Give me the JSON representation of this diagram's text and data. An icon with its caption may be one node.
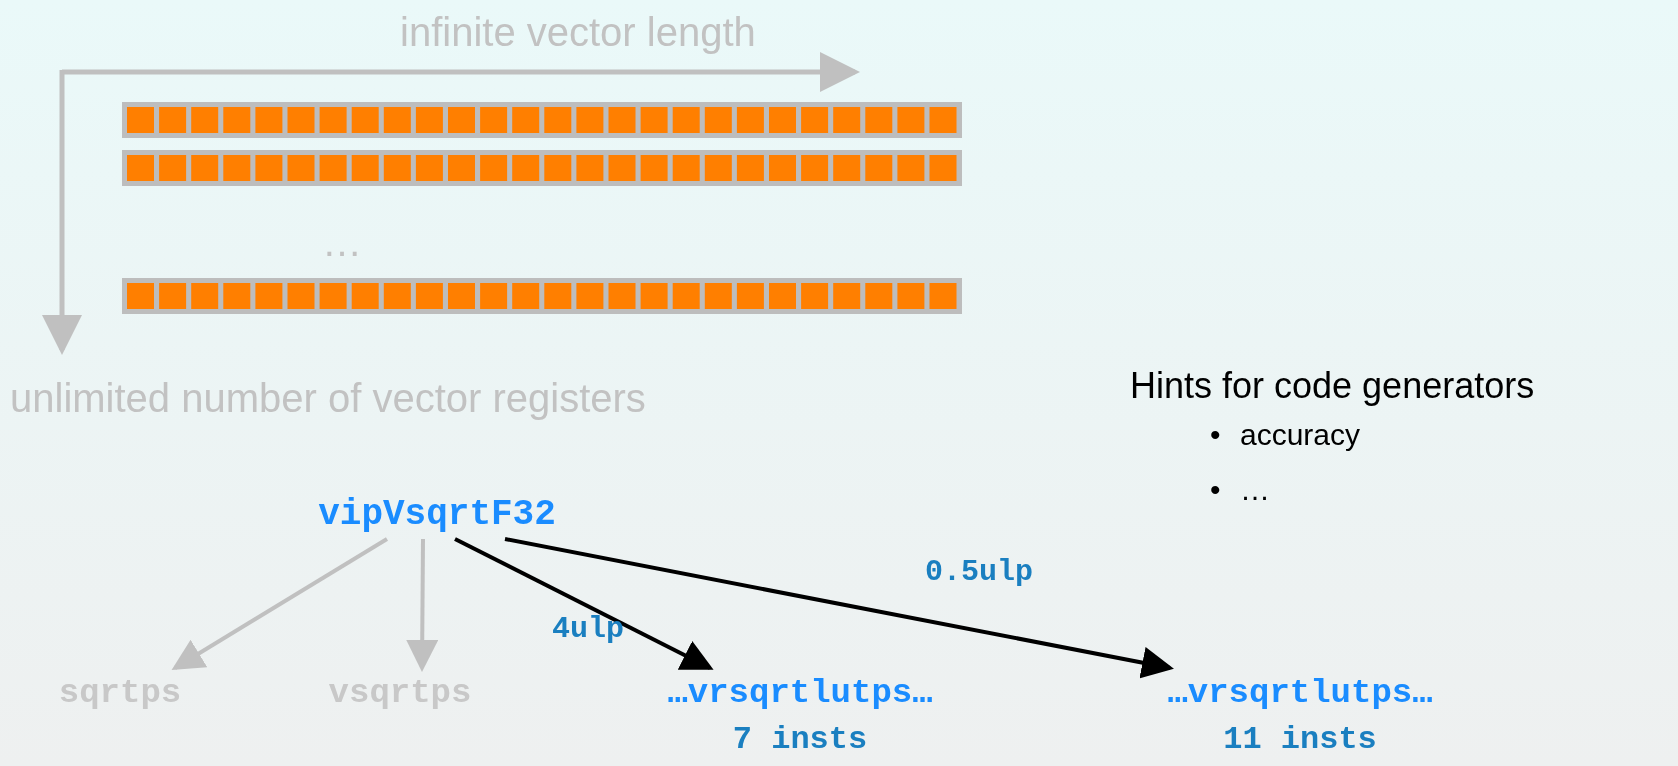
{
  "diagram": {
    "nodes": [
      {
        "text": [
          "vipVsqrtF32"
        ]
      },
      {
        "text": [
          "sqrtps"
        ]
      },
      {
        "text": [
          "vsqrtps"
        ]
      },
      {
        "text": [
          "…vrsqrtlutps…"
        ],
        "beside": [
          "7 insts"
        ]
      },
      {
        "text": [
          "…vrsqrtlutps…"
        ],
        "beside": [
          "11 insts"
        ]
      }
    ],
    "edges": [
      {
        "from": 0,
        "to": 1,
        "arrow": "to",
        "color": "#c0c0c0"
      },
      {
        "from": 0,
        "to": 2,
        "arrow": "to",
        "color": "#c0c0c0"
      },
      {
        "from": 0,
        "to": 3,
        "arrow": "to",
        "label": "4ulp",
        "color": "#000000"
      },
      {
        "from": 0,
        "to": 4,
        "arrow": "to",
        "label": "0.5ulp",
        "color": "#000000"
      }
    ],
    "labels": [
      "infinite vector length",
      "…",
      "unlimited number of vector registers",
      "Hints for code generators",
      "•",
      "accuracy",
      "•",
      "…"
    ]
  }
}
